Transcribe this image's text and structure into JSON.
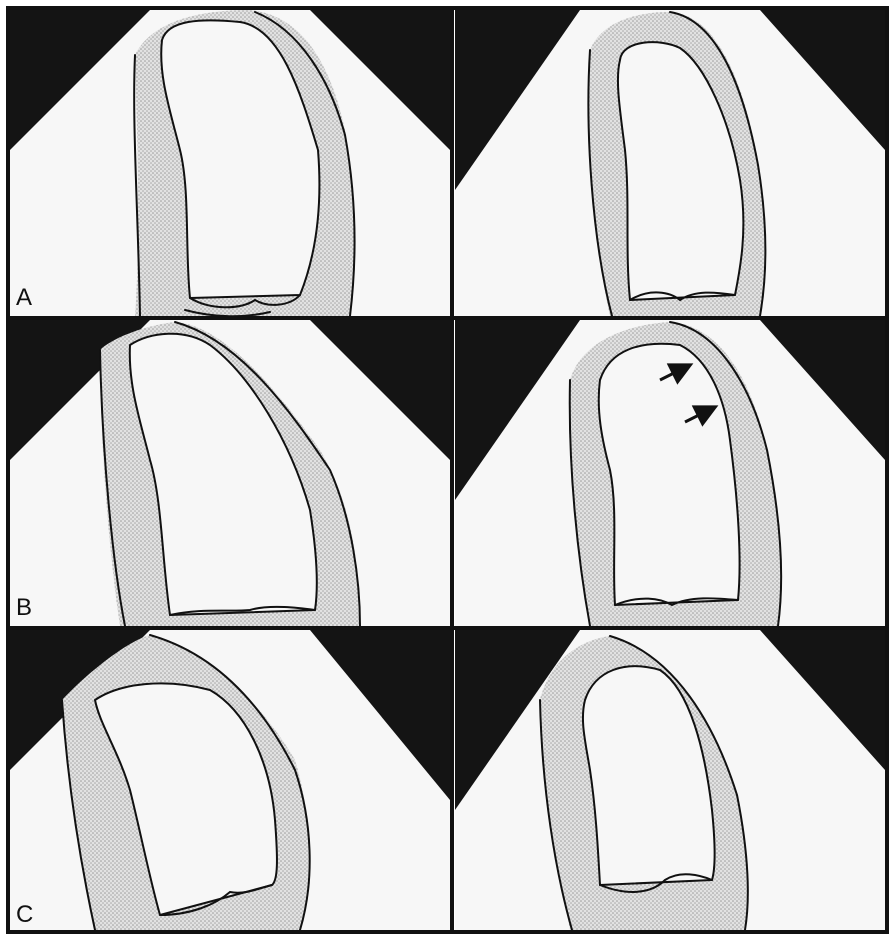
{
  "figure": {
    "rows": [
      {
        "label": "A"
      },
      {
        "label": "B"
      },
      {
        "label": "C"
      }
    ]
  },
  "colors": {
    "background": "#141414",
    "sector": "#f7f7f7",
    "wall_stipple": "#b5b5b5",
    "line": "#111111"
  }
}
